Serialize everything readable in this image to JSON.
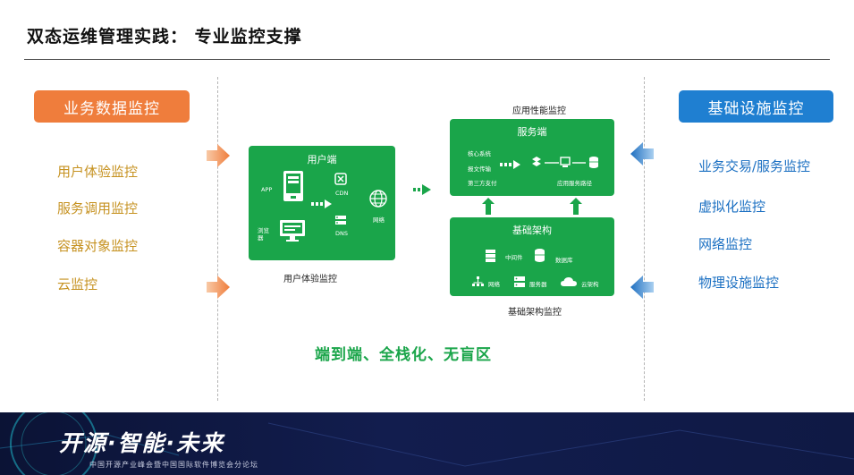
{
  "title": "双态运维管理实践： 专业监控支撑",
  "left_panel": {
    "header": "业务数据监控",
    "items": [
      "用户体验监控",
      "服务调用监控",
      "容器对象监控",
      "云监控"
    ]
  },
  "right_panel": {
    "header": "基础设施监控",
    "items": [
      "业务交易/服务监控",
      "虚拟化监控",
      "网络监控",
      "物理设施监控"
    ]
  },
  "diagram": {
    "user_box": {
      "title": "用户端",
      "app": "APP",
      "browser": "浏览\n器",
      "cdn": "CDN",
      "dns": "DNS",
      "network": "网络",
      "caption": "用户体验监控"
    },
    "service_box": {
      "caption_top": "应用性能监控",
      "title": "服务端",
      "core": "核心系统",
      "message": "报文传输",
      "thirdparty": "第三方支付",
      "path": "应用服务路径"
    },
    "infra_box": {
      "title": "基础架构",
      "middleware": "中间件",
      "database": "数据库",
      "network": "网络",
      "server": "服务器",
      "cloud": "云架构",
      "caption": "基础架构监控"
    }
  },
  "slogan": "端到端、全栈化、无盲区",
  "footer": {
    "logo": "开源·智能·未来",
    "subtitle": "中国开源产业峰会暨中国国际软件博览会分论坛"
  },
  "colors": {
    "orange": "#ef7d3c",
    "blue": "#1f7fd1",
    "green": "#1aa54a",
    "left_text": "#c69221",
    "right_text": "#1a6fc2",
    "footer_bg": "#121d4e"
  }
}
